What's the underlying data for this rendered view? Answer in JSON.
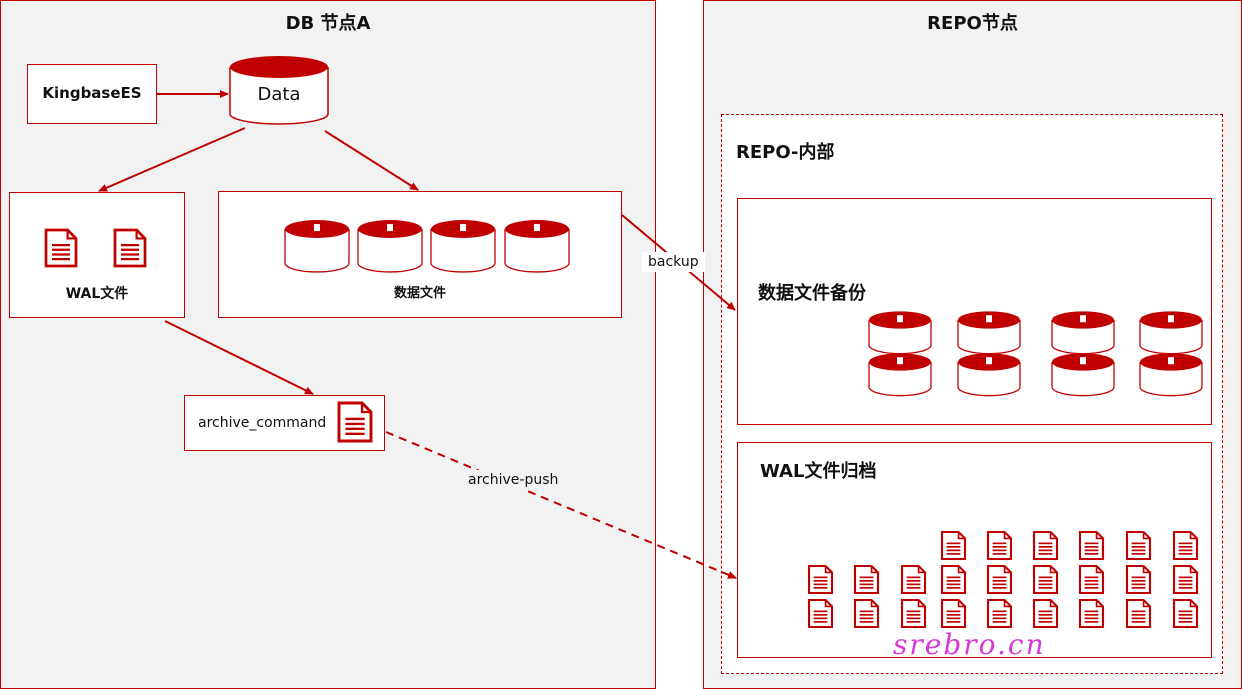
{
  "colors": {
    "accent": "#c00000",
    "panel_bg": "#f2f2f2",
    "watermark": "#d63ad6"
  },
  "db_node": {
    "title": "DB 节点A",
    "kingbase_label": "KingbaseES",
    "data_label": "Data",
    "wal_label": "WAL文件",
    "datafiles_label": "数据文件",
    "archive_command_label": "archive_command"
  },
  "repo_node": {
    "title": "REPO节点",
    "inner_title": "REPO-内部",
    "backup_title": "数据文件备份",
    "wal_archive_title": "WAL文件归档"
  },
  "edges": {
    "backup_label": "backup",
    "archive_push_label": "archive-push"
  },
  "icons": {
    "document": "document-icon",
    "database": "database-icon"
  },
  "watermark": "srebro.cn"
}
